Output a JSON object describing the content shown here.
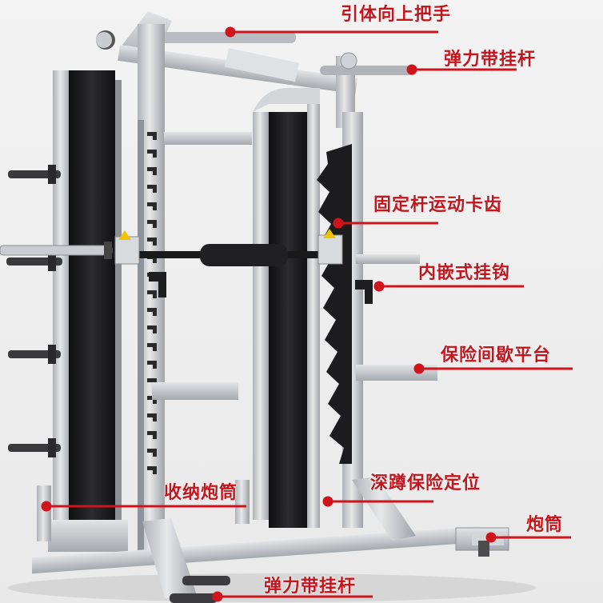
{
  "annotations": [
    {
      "id": "pullup-handle",
      "text": "引体向上把手"
    },
    {
      "id": "band-peg-top",
      "text": "弹力带挂杆"
    },
    {
      "id": "smith-catch-teeth",
      "text": "固定杆运动卡齿"
    },
    {
      "id": "built-in-hook",
      "text": "内嵌式挂钩"
    },
    {
      "id": "safety-spotter-platform",
      "text": "保险间歇平台"
    },
    {
      "id": "storage-sleeve",
      "text": "收纳炮筒"
    },
    {
      "id": "deep-squat-safety",
      "text": "深蹲保险定位"
    },
    {
      "id": "landmine-sleeve",
      "text": "炮筒"
    },
    {
      "id": "band-peg-bottom",
      "text": "弹力带挂杆"
    }
  ],
  "colors": {
    "accent": "#d0141c",
    "frame": "#c9ccd0",
    "stack": "#1f1f22",
    "background": "#eeeeee"
  }
}
